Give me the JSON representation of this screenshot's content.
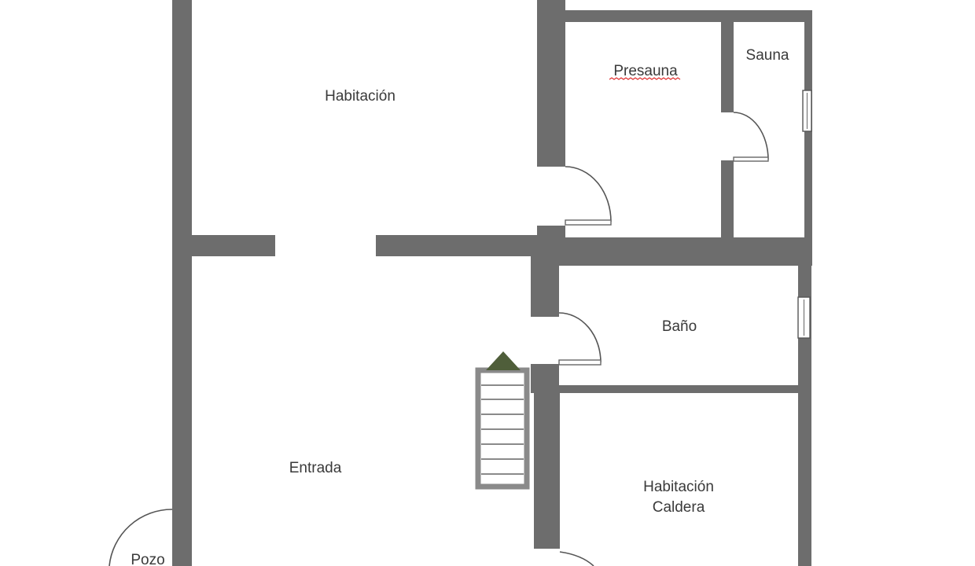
{
  "colors": {
    "wall": "#6d6d6d",
    "stair_arrow": "#4f5e3a",
    "spellcheck_underline": "#e03030"
  },
  "rooms": {
    "habitacion": "Habitación",
    "presauna": "Presauna",
    "sauna": "Sauna",
    "bano": "Baño",
    "entrada": "Entrada",
    "habitacion_caldera_line1": "Habitación",
    "habitacion_caldera_line2": "Caldera",
    "pozo": "Pozo"
  }
}
